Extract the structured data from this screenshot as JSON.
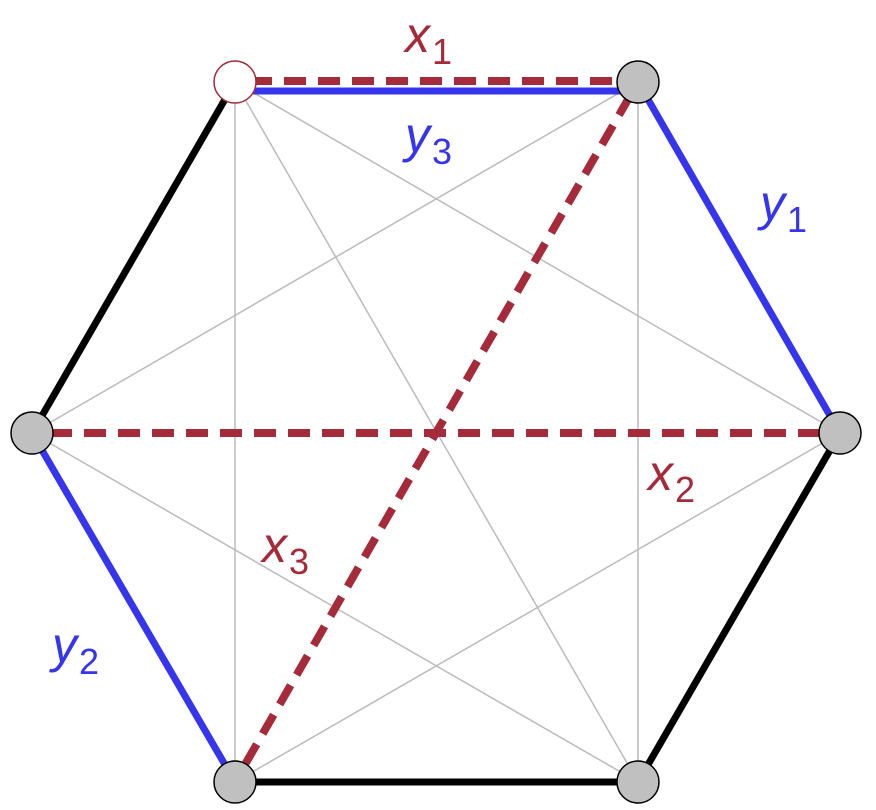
{
  "colors": {
    "red": "#a52a3a",
    "blue": "#3535ee",
    "black": "#000000",
    "gray": "#bbbbbb",
    "node": "#c0c0c0"
  },
  "labels": {
    "x1": {
      "var": "x",
      "sub": "1"
    },
    "x2": {
      "var": "x",
      "sub": "2"
    },
    "x3": {
      "var": "x",
      "sub": "3"
    },
    "y1": {
      "var": "y",
      "sub": "1"
    },
    "y2": {
      "var": "y",
      "sub": "2"
    },
    "y3": {
      "var": "y",
      "sub": "3"
    }
  }
}
